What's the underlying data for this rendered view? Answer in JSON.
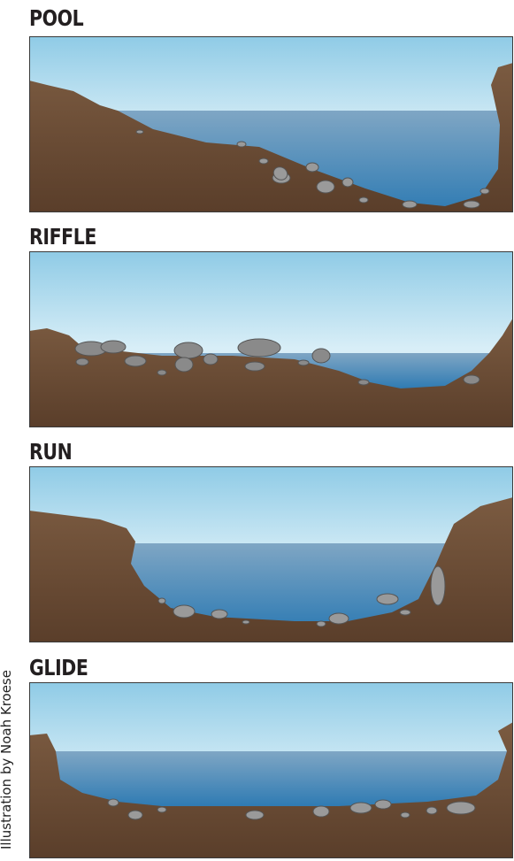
{
  "credit": "Illustration by Noah Kroese",
  "panels": [
    {
      "title": "POOL"
    },
    {
      "title": "RIFFLE"
    },
    {
      "title": "RUN"
    },
    {
      "title": "GLIDE"
    }
  ],
  "colors": {
    "sky_top": "#d8eef7",
    "sky_bottom": "#8fcbe6",
    "water_top": "#7fa6c4",
    "water_bottom": "#2f7bb3",
    "soil": "#7b5b41",
    "soil_dark": "#5a3e2a",
    "rock": "#9a9a9a",
    "rock_outline": "#555555",
    "border": "#3a3a3a"
  }
}
